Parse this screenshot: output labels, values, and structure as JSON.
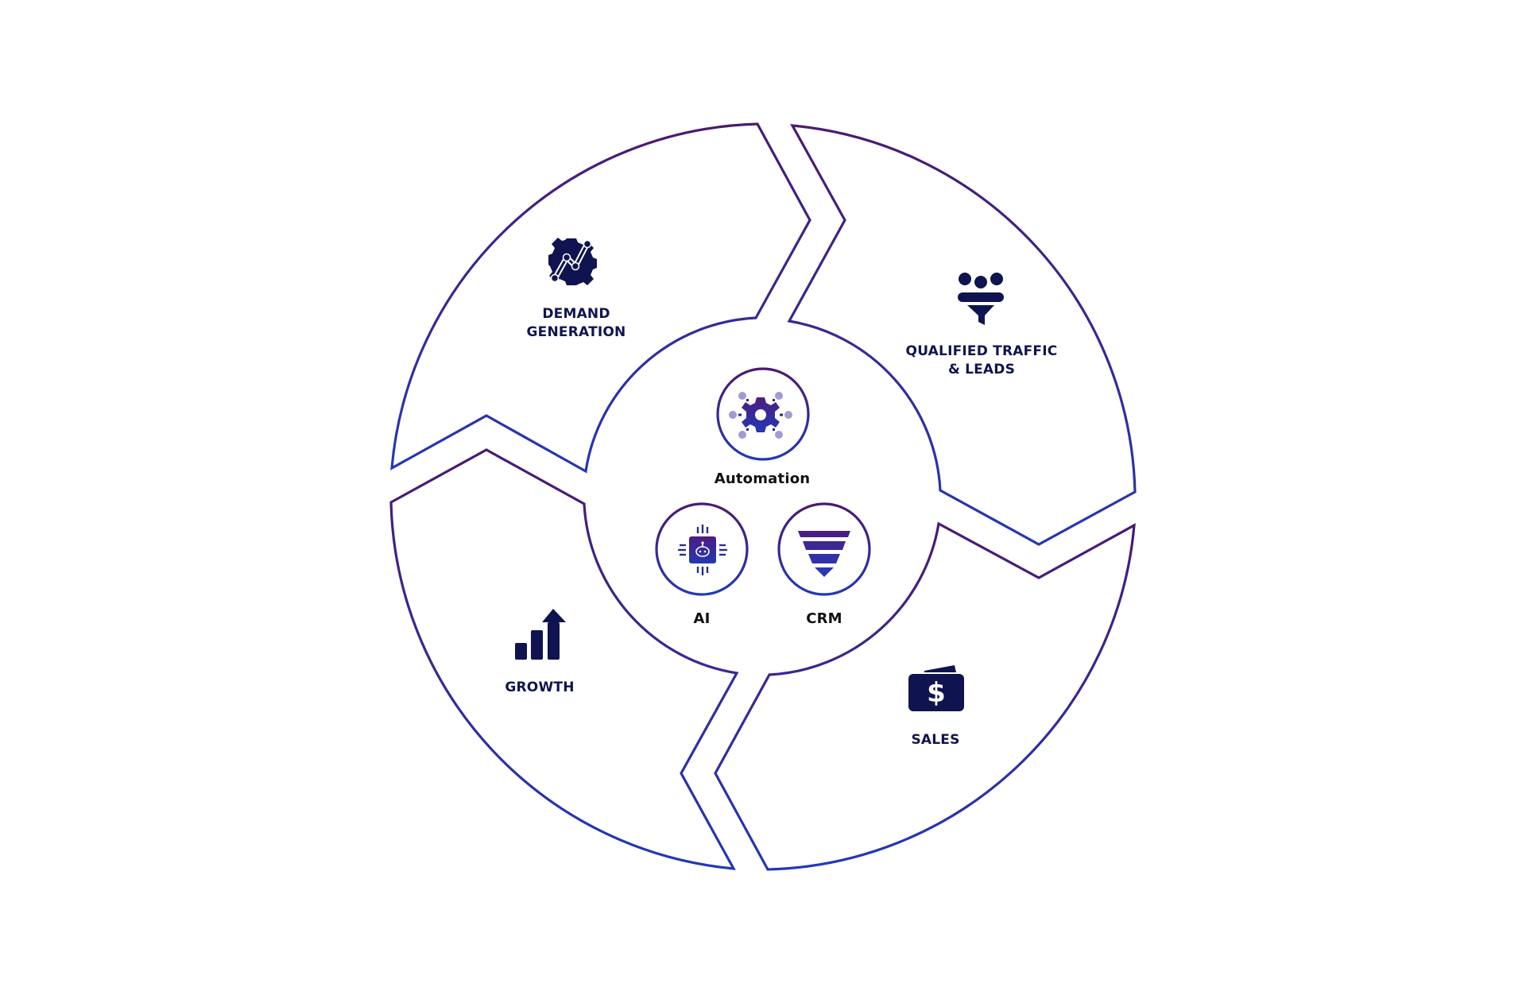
{
  "colors": {
    "stroke_purple": "#4a1a72",
    "stroke_blue": "#2438b4",
    "icon_navy": "#0f1450",
    "center_text": "#111111",
    "accent_light": "#9d93d0"
  },
  "segments": [
    {
      "id": "demand-generation",
      "icon": "gear-chart-icon",
      "label_lines": [
        "DEMAND",
        "GENERATION"
      ]
    },
    {
      "id": "qualified-traffic",
      "icon": "people-funnel-icon",
      "label_lines": [
        "QUALIFIED TRAFFIC",
        "& LEADS"
      ]
    },
    {
      "id": "sales",
      "icon": "money-wallet-icon",
      "label_lines": [
        "SALES"
      ]
    },
    {
      "id": "growth",
      "icon": "growth-bars-arrow-icon",
      "label_lines": [
        "GROWTH"
      ]
    }
  ],
  "center": {
    "items": [
      {
        "id": "automation",
        "icon": "automation-gear-icon",
        "label": "Automation"
      },
      {
        "id": "ai",
        "icon": "ai-chip-icon",
        "label": "AI"
      },
      {
        "id": "crm",
        "icon": "crm-funnel-icon",
        "label": "CRM"
      }
    ]
  }
}
